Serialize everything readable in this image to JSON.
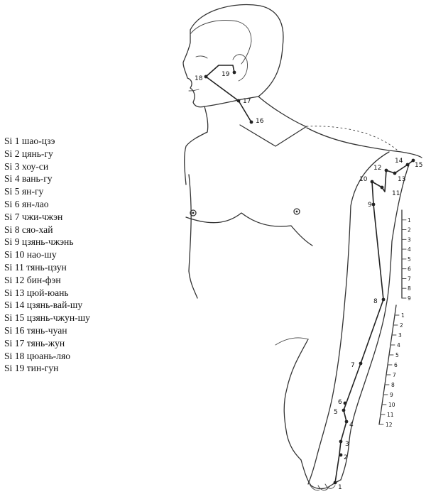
{
  "legend": [
    "Si 1 шао-цзэ",
    "Si 2 цянь-гу",
    "Si 3 хоу-си",
    "Si 4 вань-гу",
    "Si 5 ян-гу",
    "Si 6 ян-лао",
    "Si 7 чжи-чжэн",
    "Si 8 сяо-хай",
    "Si 9 цзянь-чжэнь",
    "Si 10 нао-шу",
    "Si 11 тянь-цзун",
    "Si 12 бин-фэн",
    "Si 13 цюй-юань",
    "Si 14 цзянь-вай-шу",
    "Si 15 цзянь-чжун-шу",
    "Si 16 тянь-чуан",
    "Si 17 тянь-жун",
    "Si 18 цюань-ляо",
    "Si 19 тин-гун"
  ],
  "points": [
    "1",
    "2",
    "3",
    "4",
    "5",
    "6",
    "7",
    "8",
    "9",
    "10",
    "11",
    "12",
    "13",
    "14",
    "15",
    "16",
    "17",
    "18",
    "19"
  ],
  "upper_ruler": [
    "1",
    "2",
    "3",
    "4",
    "5",
    "6",
    "7",
    "8",
    "9"
  ],
  "lower_ruler": [
    "1",
    "2",
    "3",
    "4",
    "5",
    "6",
    "7",
    "8",
    "9",
    "10",
    "11",
    "12"
  ]
}
